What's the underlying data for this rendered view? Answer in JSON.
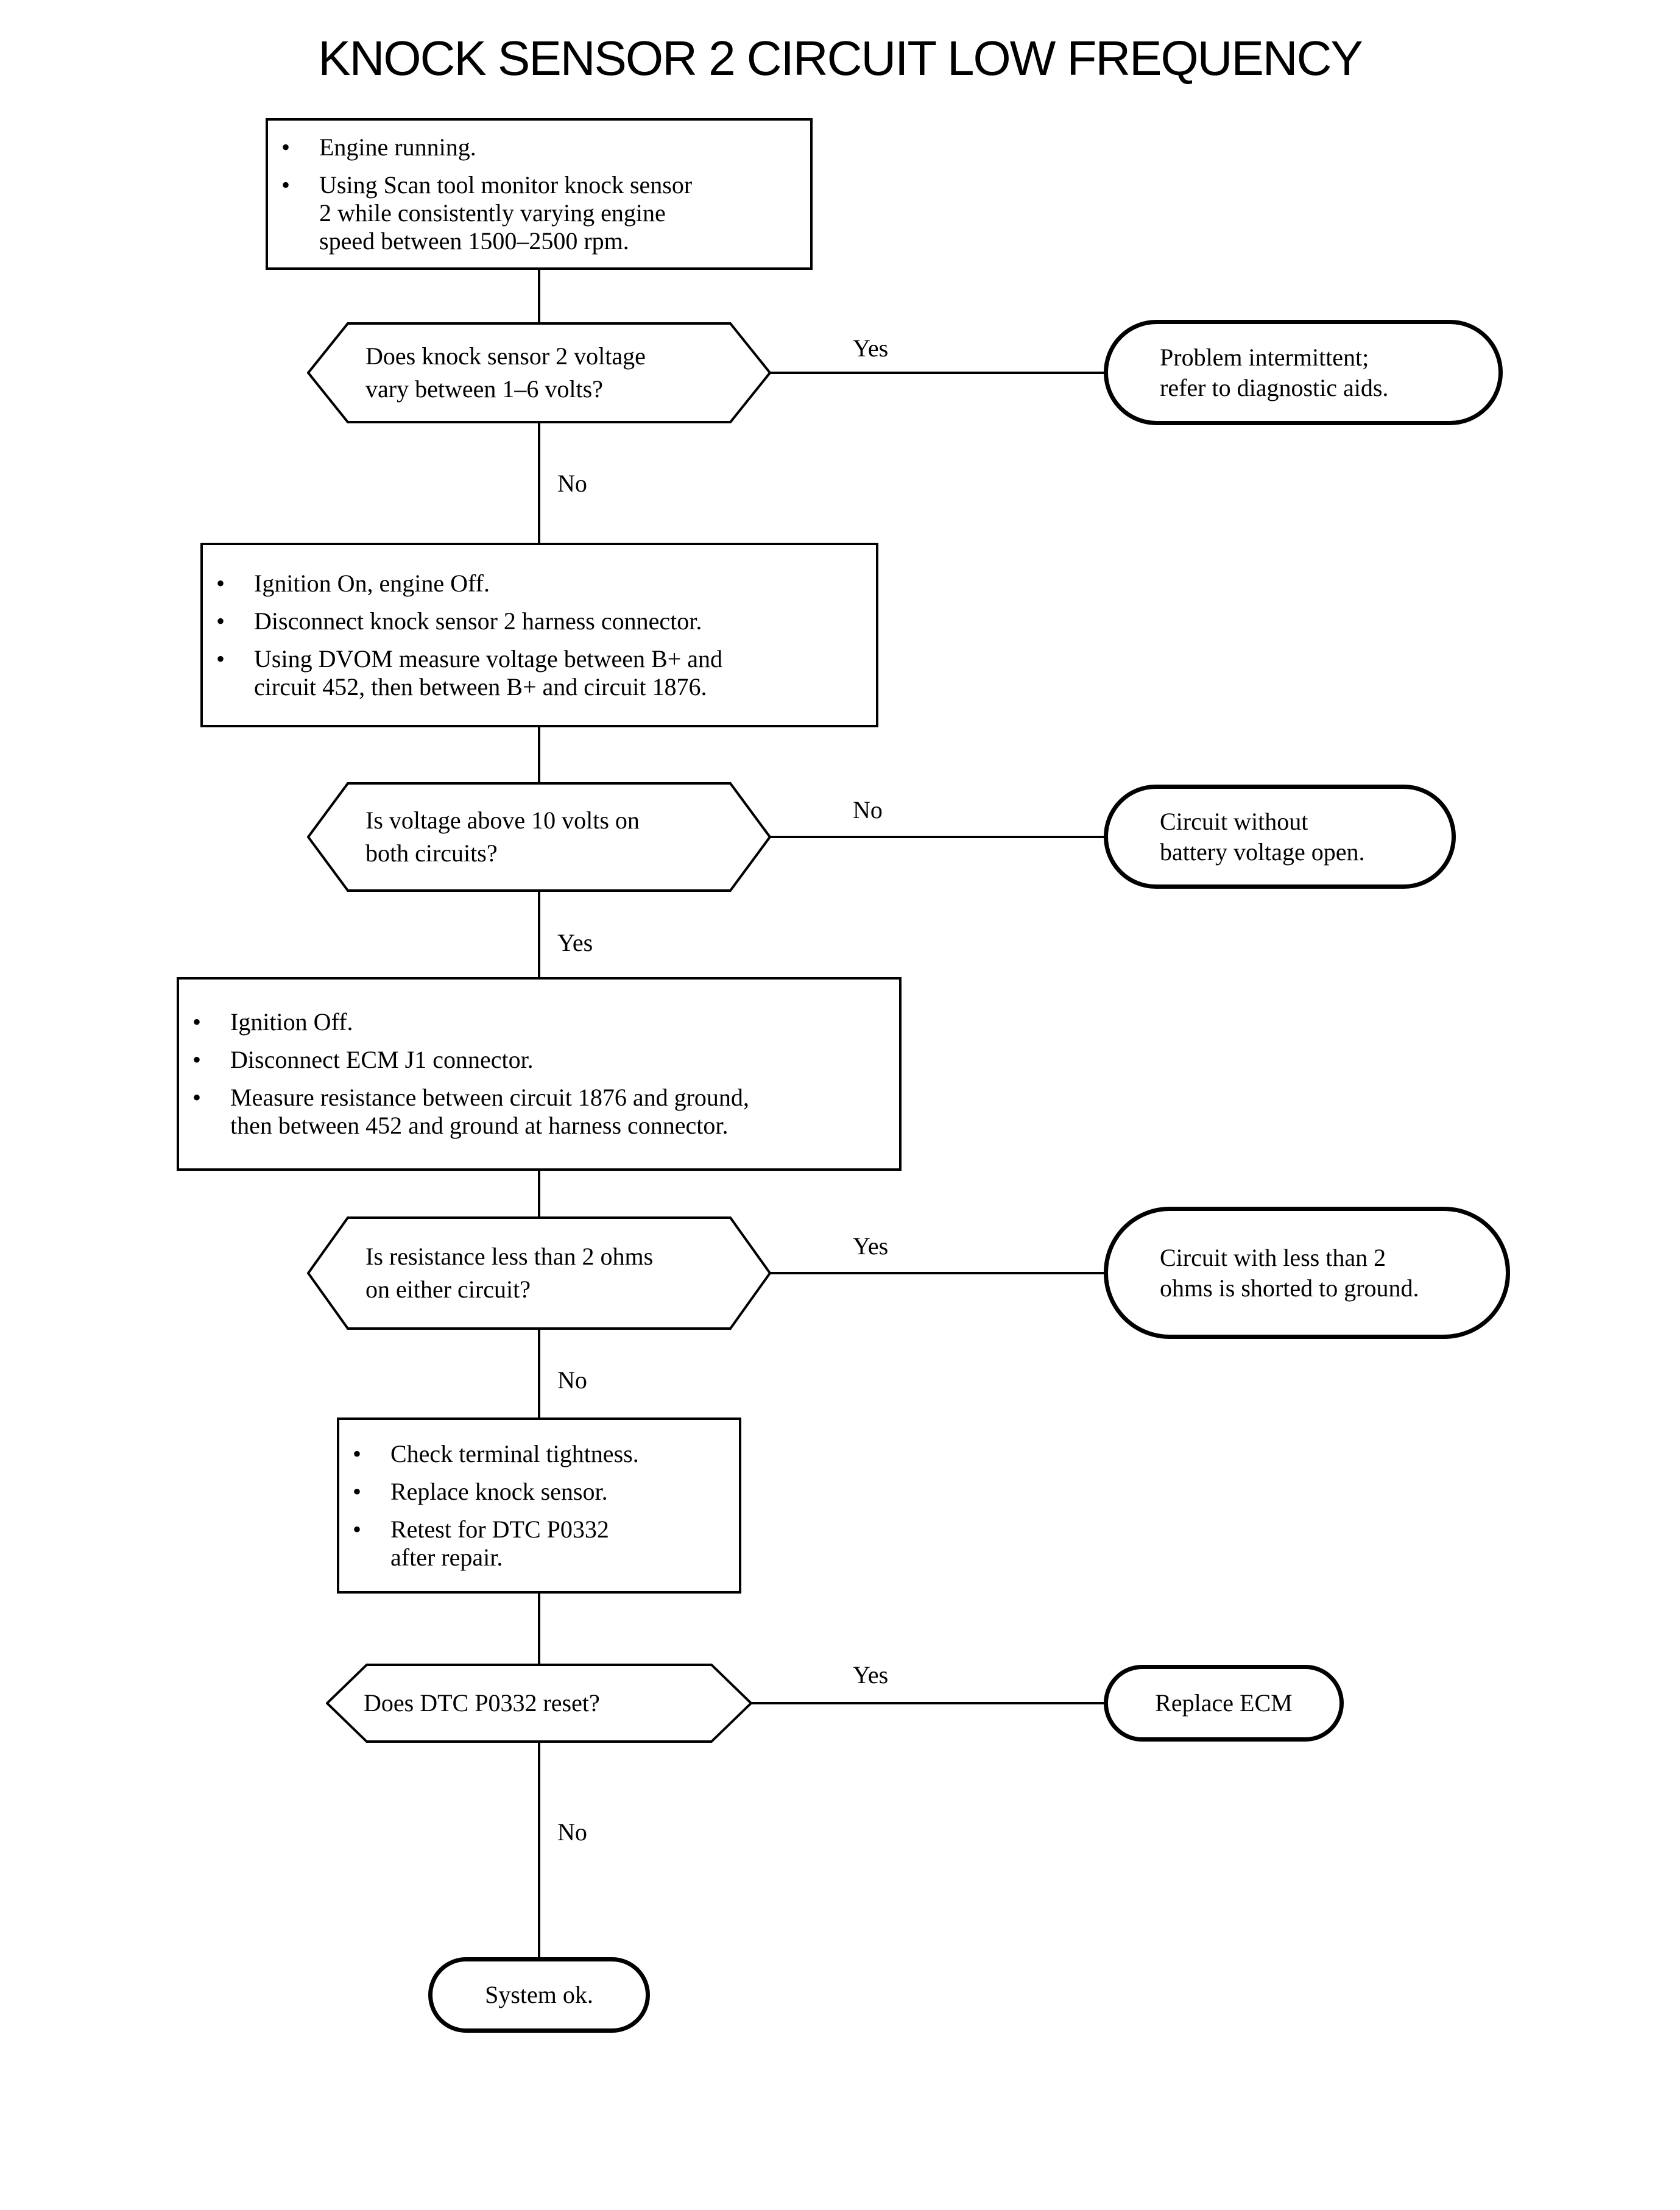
{
  "title": "KNOCK SENSOR 2 CIRCUIT LOW FREQUENCY",
  "glyphs": {
    "bullet": "•"
  },
  "colors": {
    "ink": "#000000",
    "background": "#ffffff"
  },
  "process1": {
    "items": [
      [
        "Engine running."
      ],
      [
        "Using Scan tool monitor knock sensor",
        "2 while consistently varying engine",
        "speed between 1500–2500 rpm."
      ]
    ]
  },
  "decision1": {
    "lines": [
      "Does knock sensor 2 voltage",
      "vary between 1–6 volts?"
    ],
    "right_label": "Yes",
    "down_label": "No"
  },
  "result1": {
    "lines": [
      "Problem intermittent;",
      "refer to diagnostic aids."
    ]
  },
  "process2": {
    "items": [
      [
        "Ignition On, engine Off."
      ],
      [
        "Disconnect knock sensor 2 harness connector."
      ],
      [
        "Using DVOM measure voltage between B+ and",
        "circuit 452, then between B+ and circuit 1876."
      ]
    ]
  },
  "decision2": {
    "lines": [
      "Is voltage above 10 volts on",
      "both circuits?"
    ],
    "right_label": "No",
    "down_label": "Yes"
  },
  "result2": {
    "lines": [
      "Circuit without",
      "battery voltage open."
    ]
  },
  "process3": {
    "items": [
      [
        "Ignition Off."
      ],
      [
        "Disconnect ECM J1 connector."
      ],
      [
        "Measure resistance between circuit 1876 and ground,",
        "then between 452 and ground at harness connector."
      ]
    ]
  },
  "decision3": {
    "lines": [
      "Is resistance less than 2 ohms",
      "on either circuit?"
    ],
    "right_label": "Yes",
    "down_label": "No"
  },
  "result3": {
    "lines": [
      "Circuit with less than 2",
      "ohms is shorted to ground."
    ]
  },
  "process4": {
    "items": [
      [
        "Check terminal tightness."
      ],
      [
        "Replace knock sensor."
      ],
      [
        "Retest for DTC P0332",
        "after repair."
      ]
    ]
  },
  "decision4": {
    "lines": [
      "Does DTC P0332 reset?"
    ],
    "right_label": "Yes",
    "down_label": "No"
  },
  "result4": {
    "lines": [
      "Replace ECM"
    ]
  },
  "terminal": {
    "text": "System ok."
  }
}
